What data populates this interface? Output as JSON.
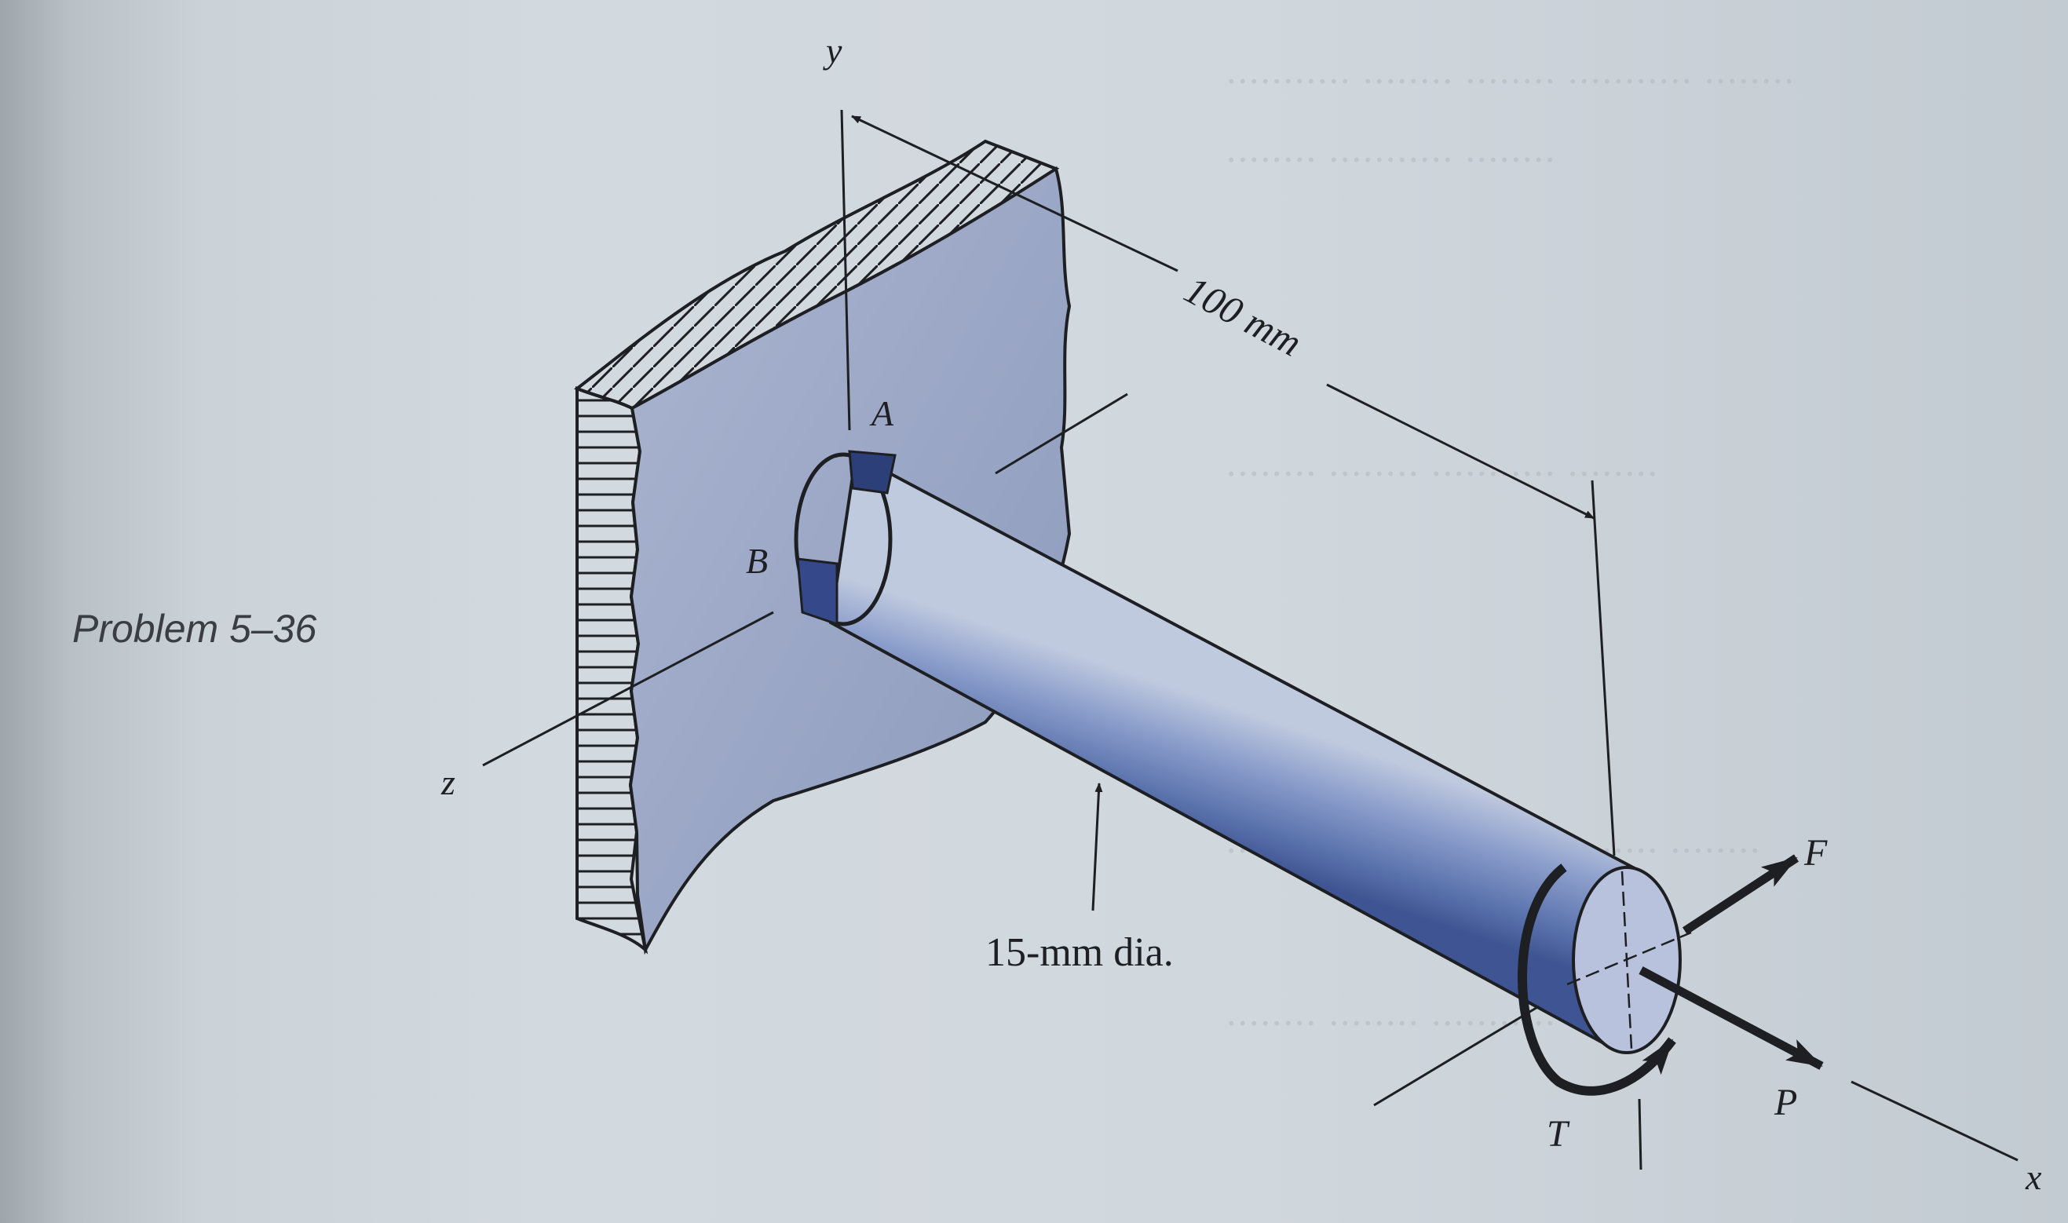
{
  "caption": "Problem 5–36",
  "axes": {
    "x": "x",
    "y": "y",
    "z": "z"
  },
  "points": {
    "A": "A",
    "B": "B"
  },
  "dimensions": {
    "length": "100 mm",
    "diameter": "15-mm dia."
  },
  "loads": {
    "force_f": "F",
    "force_p": "P",
    "torque_t": "T"
  },
  "colors": {
    "shaft": "#5b73ad",
    "wall": "#9aa6c3",
    "ink": "#1d1f23"
  }
}
